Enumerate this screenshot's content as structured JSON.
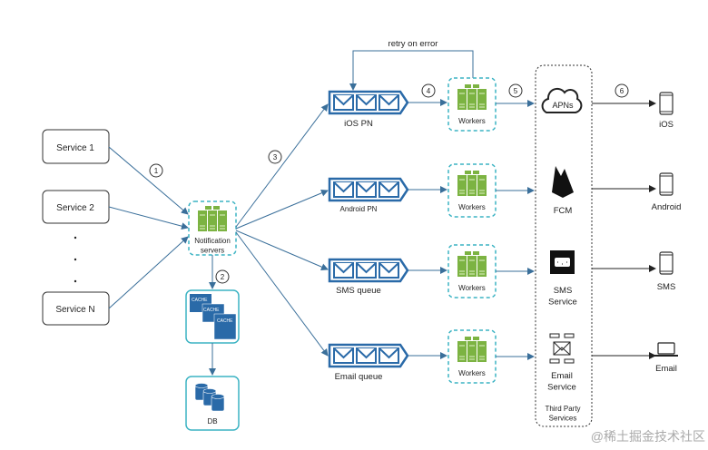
{
  "services": [
    "Service 1",
    "Service 2",
    "Service N"
  ],
  "notification_servers": "Notification servers",
  "cache_label": "CACHE",
  "db_label": "DB",
  "retry_label": "retry on error",
  "steps": [
    "1",
    "2",
    "3",
    "4",
    "5",
    "6"
  ],
  "queues": [
    "iOS PN",
    "Android PN",
    "SMS queue",
    "Email queue"
  ],
  "workers_label": "Workers",
  "third_party": {
    "apns": "APNs",
    "fcm": "FCM",
    "sms_service": "SMS Service",
    "email_service": "Email Service",
    "group_label": "Third Party Services"
  },
  "devices": [
    "iOS",
    "Android",
    "SMS",
    "Email"
  ],
  "watermark": "@稀土掘金技术社区",
  "colors": {
    "queue_blue": "#2a6aa8",
    "server_green": "#7cb342",
    "dashed_teal": "#3bb3c3"
  }
}
